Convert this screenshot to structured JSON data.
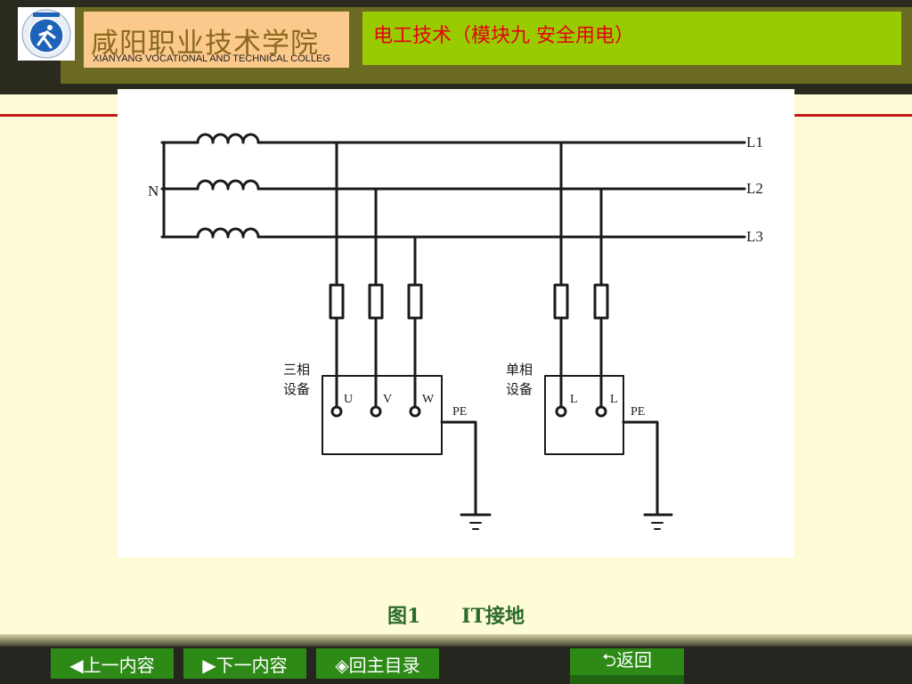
{
  "header": {
    "college_cn": "咸阳职业技术学院",
    "college_en": "XIANYANG VOCATIONAL AND TECHNICAL COLLEG",
    "course_title": "电工技术（模块九 安全用电）"
  },
  "diagram": {
    "neutral_label": "N",
    "lines": [
      "L1",
      "L2",
      "L3"
    ],
    "three_phase_device": {
      "label_line1": "三相",
      "label_line2": "设备",
      "terminals": [
        "U",
        "V",
        "W"
      ],
      "pe_label": "PE"
    },
    "single_phase_device": {
      "label_line1": "单相",
      "label_line2": "设备",
      "terminals": [
        "L",
        "L"
      ],
      "pe_label": "PE"
    }
  },
  "caption": {
    "figure": "图1",
    "title": "IT接地"
  },
  "nav": {
    "prev": "◀上一内容",
    "next": "▶下一内容",
    "home": "◈回主目录",
    "back": "⮌返回"
  },
  "colors": {
    "page_bg": "#fdfcd6",
    "header_band": "#6b6a22",
    "college_box": "#fcc98c",
    "course_box": "#99cc00",
    "course_text": "#e60012",
    "caption_text": "#2b6b2b",
    "nav_button": "#2d8a16"
  }
}
